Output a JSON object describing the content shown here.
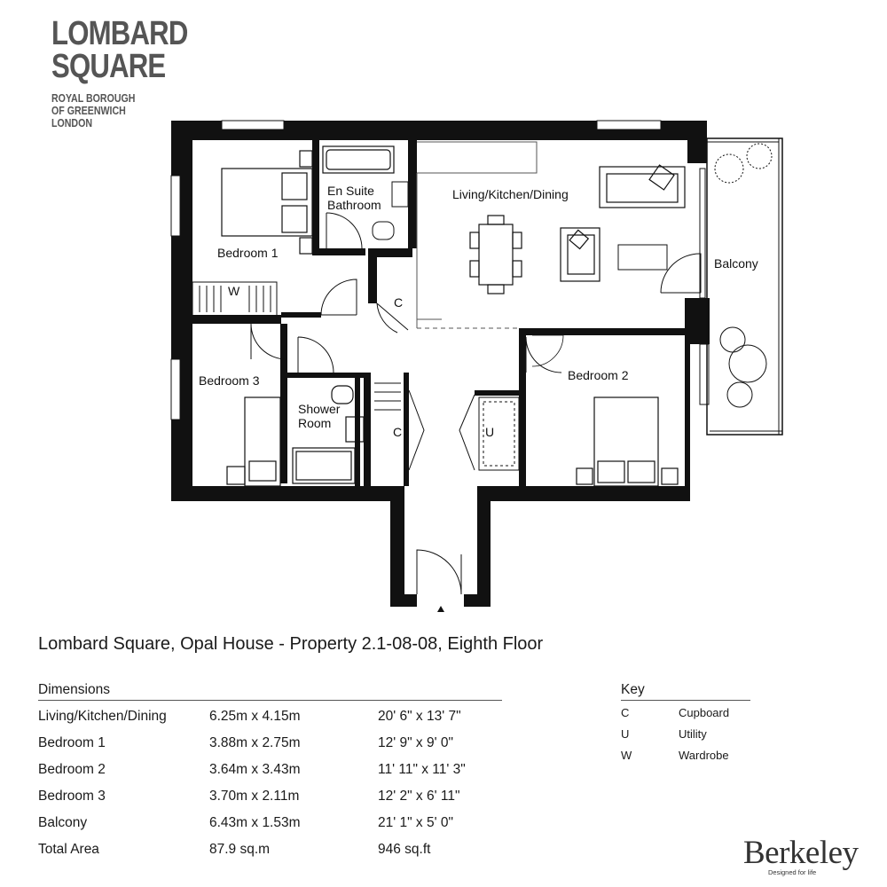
{
  "logo": {
    "line1": "LOMBARD",
    "line2": "SQUARE",
    "line3": "ROYAL BOROUGH",
    "line4": "OF GREENWICH",
    "line5": "LONDON"
  },
  "plan": {
    "rooms": {
      "ensuite_l1": "En Suite",
      "ensuite_l2": "Bathroom",
      "living": "Living/Kitchen/Dining",
      "bedroom1": "Bedroom 1",
      "wardrobe": "W",
      "cupboard_c1": "C",
      "balcony": "Balcony",
      "bedroom3": "Bedroom 3",
      "shower_l1": "Shower",
      "shower_l2": "Room",
      "cupboard_c2": "C",
      "utility": "U",
      "bedroom2": "Bedroom 2"
    }
  },
  "title": "Lombard Square, Opal House - Property 2.1-08-08, Eighth Floor",
  "dimensions": {
    "heading": "Dimensions",
    "rows": [
      {
        "room": "Living/Kitchen/Dining",
        "metric": "6.25m x 4.15m",
        "imperial": "20' 6\" x 13' 7\""
      },
      {
        "room": "Bedroom 1",
        "metric": "3.88m x 2.75m",
        "imperial": "12' 9\" x 9' 0\""
      },
      {
        "room": "Bedroom 2",
        "metric": "3.64m x 3.43m",
        "imperial": "11' 11\" x 11' 3\""
      },
      {
        "room": "Bedroom 3",
        "metric": "3.70m x 2.11m",
        "imperial": "12' 2\" x 6' 11\""
      },
      {
        "room": "Balcony",
        "metric": "6.43m x 1.53m",
        "imperial": "21' 1\" x 5' 0\""
      },
      {
        "room": "Total Area",
        "metric": "87.9 sq.m",
        "imperial": "946 sq.ft"
      }
    ]
  },
  "key": {
    "heading": "Key",
    "items": [
      {
        "code": "C",
        "label": "Cupboard"
      },
      {
        "code": "U",
        "label": "Utility"
      },
      {
        "code": "W",
        "label": "Wardrobe"
      }
    ]
  },
  "brand": {
    "name": "Berkeley",
    "tagline": "Designed for life"
  }
}
